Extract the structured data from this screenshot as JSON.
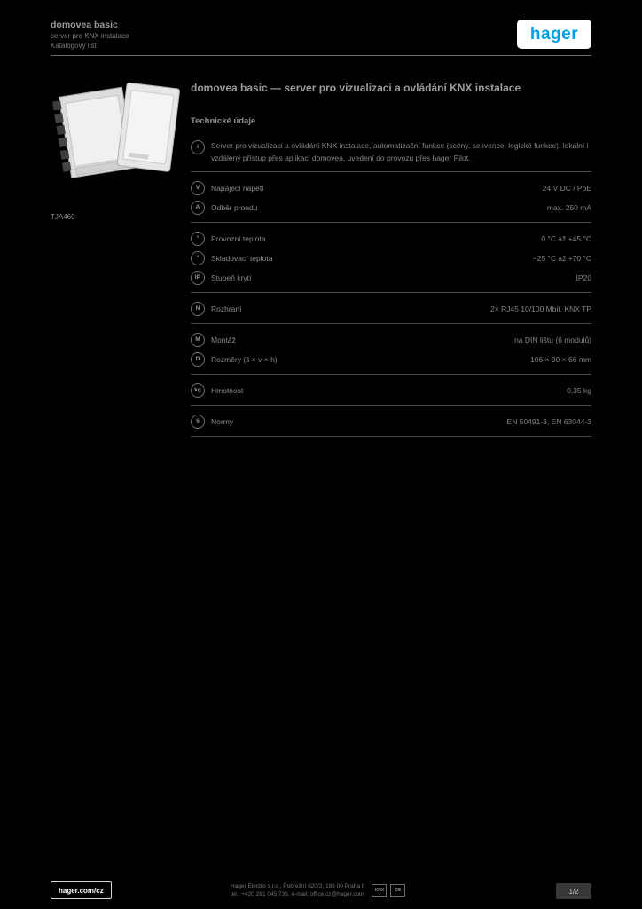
{
  "header": {
    "line1": "domovea basic",
    "line2": "server pro KNX instalace",
    "line3": "Katalogový list",
    "logo_text": "hager"
  },
  "product": {
    "reference": "TJA460",
    "title": "domovea basic — server pro vizualizaci a ovládání KNX instalace"
  },
  "specs": {
    "heading": "Technické údaje",
    "groups": [
      {
        "rows": [
          {
            "icon": "info-icon",
            "glyph": "i",
            "label": "",
            "multiline": true,
            "value": "Server pro vizualizaci a ovládání KNX instalace, automatizační funkce (scény, sekvence, logické funkce), lokální i vzdálený přístup přes aplikaci domovea, uvedení do provozu přes hager Pilot."
          }
        ]
      },
      {
        "rows": [
          {
            "icon": "power-icon",
            "glyph": "V",
            "label": "Napájecí napětí",
            "value": "24 V DC / PoE"
          },
          {
            "icon": "current-icon",
            "glyph": "A",
            "label": "Odběr proudu",
            "value": "max. 250 mA"
          }
        ]
      },
      {
        "rows": [
          {
            "icon": "temperature-icon",
            "glyph": "°",
            "label": "Provozní teplota",
            "value": "0 °C až +45 °C"
          },
          {
            "icon": "storage-temperature-icon",
            "glyph": "°",
            "label": "Skladovací teplota",
            "value": "−25 °C až +70 °C"
          },
          {
            "icon": "protection-icon",
            "glyph": "IP",
            "label": "Stupeň krytí",
            "value": "IP20"
          }
        ]
      },
      {
        "rows": [
          {
            "icon": "network-icon",
            "glyph": "N",
            "label": "Rozhraní",
            "value": "2× RJ45 10/100 Mbit, KNX TP"
          }
        ]
      },
      {
        "rows": [
          {
            "icon": "mounting-icon",
            "glyph": "M",
            "label": "Montáž",
            "value": "na DIN lištu (6 modulů)"
          },
          {
            "icon": "dimensions-icon",
            "glyph": "D",
            "label": "Rozměry (š × v × h)",
            "value": "106 × 90 × 66 mm"
          }
        ]
      },
      {
        "rows": [
          {
            "icon": "weight-icon",
            "glyph": "kg",
            "label": "Hmotnost",
            "value": "0,35 kg"
          }
        ]
      },
      {
        "rows": [
          {
            "icon": "standard-icon",
            "glyph": "§",
            "label": "Normy",
            "value": "EN 50491-3, EN 63044-3"
          }
        ]
      }
    ]
  },
  "footer": {
    "website_label": "hager.com/cz",
    "company_line1": "Hager Electro s.r.o., Pobřežní 620/3, 186 00 Praha 8",
    "company_line2": "tel.: +420 281 045 735, e-mail: office.cz@hager.com",
    "logos": [
      "KNX",
      "CE"
    ],
    "page_indicator": "1/2"
  }
}
